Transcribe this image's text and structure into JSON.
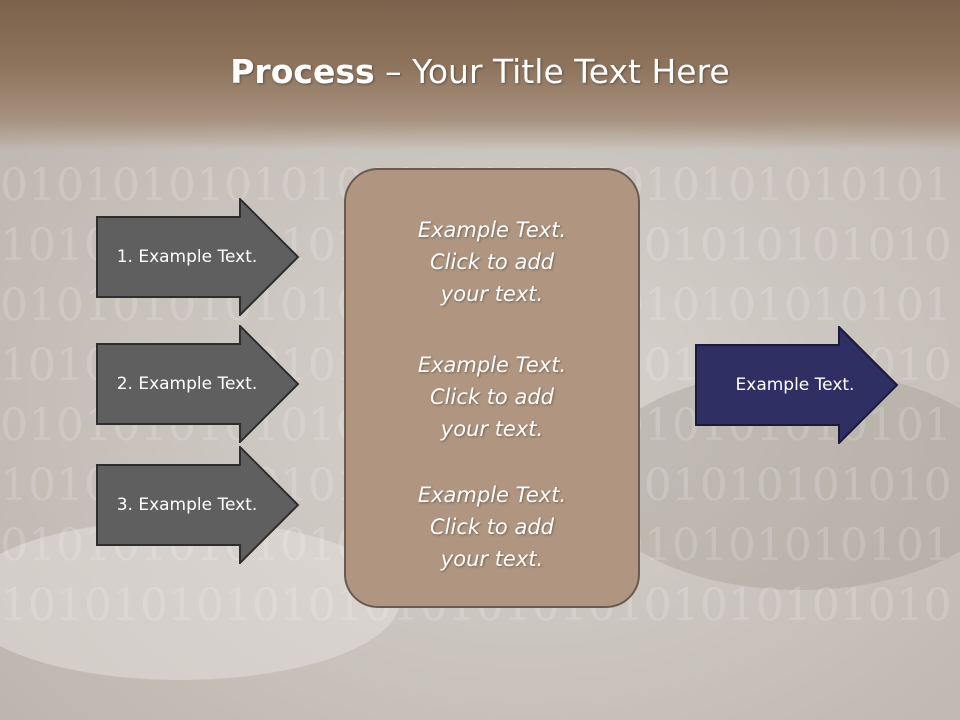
{
  "title": {
    "bold": "Process",
    "rest": " – Your Title Text Here"
  },
  "left_arrows": [
    {
      "label": "1. Example Text."
    },
    {
      "label": "2. Example Text."
    },
    {
      "label": "3. Example Text."
    }
  ],
  "center_box": {
    "blocks": [
      {
        "line1": "Example Text.",
        "line2": "Click  to add",
        "line3": "your text."
      },
      {
        "line1": "Example Text.",
        "line2": "Click  to add",
        "line3": "your text."
      },
      {
        "line1": "Example Text.",
        "line2": "Click  to add",
        "line3": "your text."
      }
    ]
  },
  "right_arrow": {
    "label": "Example Text."
  },
  "colors": {
    "title_band": "#8f745d",
    "left_arrow_fill": "#5f5f5f",
    "center_box_fill": "#b09680",
    "right_arrow_fill": "#2f2f63"
  }
}
